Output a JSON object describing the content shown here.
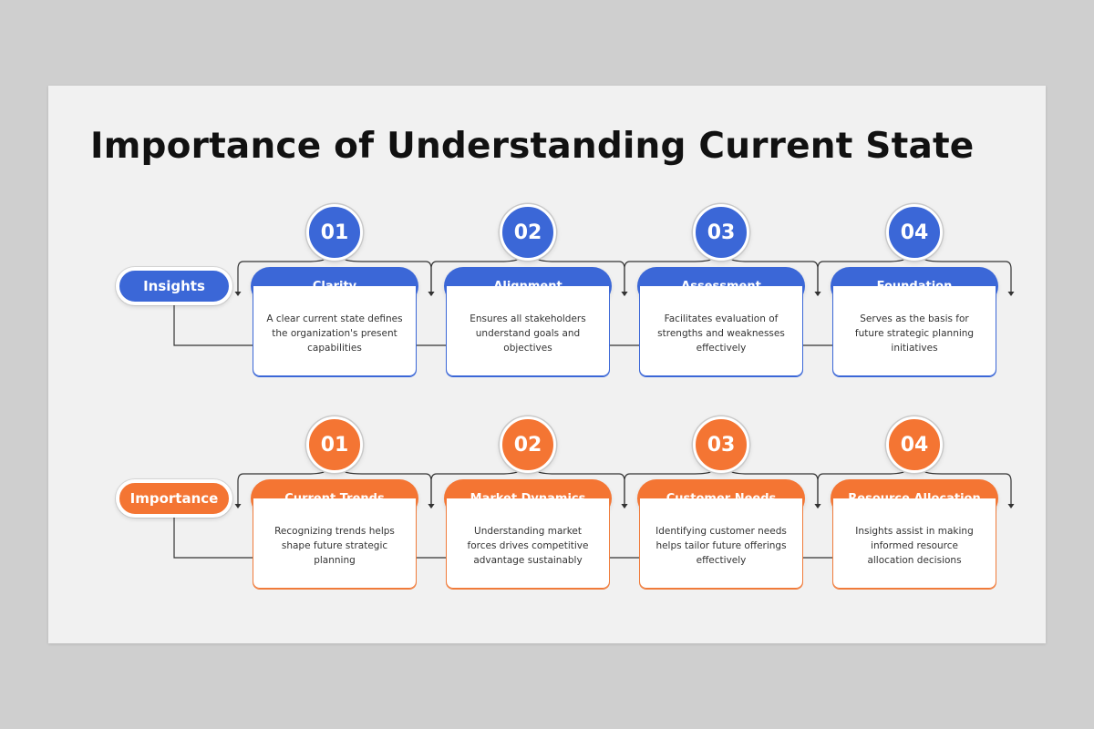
{
  "title": "Importance of Understanding Current State",
  "colors": {
    "blue": "#3b67d7",
    "orange": "#f47533"
  },
  "rows": [
    {
      "label": "Insights",
      "color": "blue",
      "items": [
        {
          "number": "01",
          "heading": "Clarity",
          "text": "A clear current state defines the organization's present capabilities"
        },
        {
          "number": "02",
          "heading": "Alignment",
          "text": "Ensures all stakeholders understand goals and objectives"
        },
        {
          "number": "03",
          "heading": "Assessment",
          "text": "Facilitates evaluation of strengths and weaknesses effectively"
        },
        {
          "number": "04",
          "heading": "Foundation",
          "text": "Serves as the basis for future strategic planning initiatives"
        }
      ]
    },
    {
      "label": "Importance",
      "color": "orange",
      "items": [
        {
          "number": "01",
          "heading": "Current Trends",
          "text": "Recognizing trends helps shape future strategic planning"
        },
        {
          "number": "02",
          "heading": "Market Dynamics",
          "text": "Understanding market forces drives competitive advantage sustainably"
        },
        {
          "number": "03",
          "heading": "Customer Needs",
          "text": "Identifying customer needs helps tailor future offerings effectively"
        },
        {
          "number": "04",
          "heading": "Resource Allocation",
          "text": "Insights assist in making informed resource allocation decisions"
        }
      ]
    }
  ]
}
